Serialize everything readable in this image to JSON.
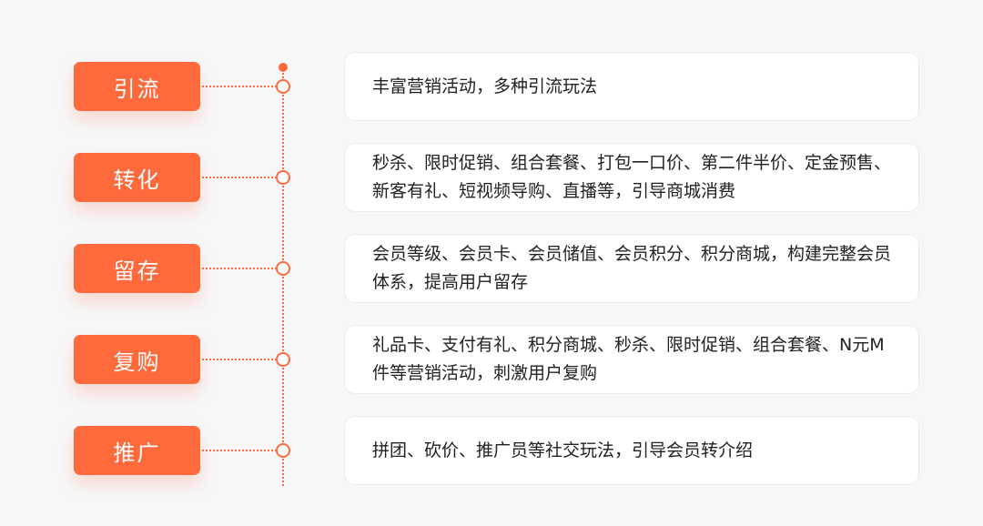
{
  "colors": {
    "accent": "#ff6a3d",
    "card_bg": "#ffffff",
    "page_bg": "#f7f7f8",
    "text": "#222222"
  },
  "steps": [
    {
      "label": "引流",
      "description": "丰富营销活动，多种引流玩法"
    },
    {
      "label": "转化",
      "description": "秒杀、限时促销、组合套餐、打包一口价、第二件半价、定金预售、新客有礼、短视频导购、直播等，引导商城消费"
    },
    {
      "label": "留存",
      "description": "会员等级、会员卡、会员储值、会员积分、积分商城，构建完整会员体系，提高用户留存"
    },
    {
      "label": "复购",
      "description": "礼品卡、支付有礼、积分商城、秒杀、限时促销、组合套餐、N元M件等营销活动，刺激用户复购"
    },
    {
      "label": "推广",
      "description": "拼团、砍价、推广员等社交玩法，引导会员转介绍"
    }
  ]
}
